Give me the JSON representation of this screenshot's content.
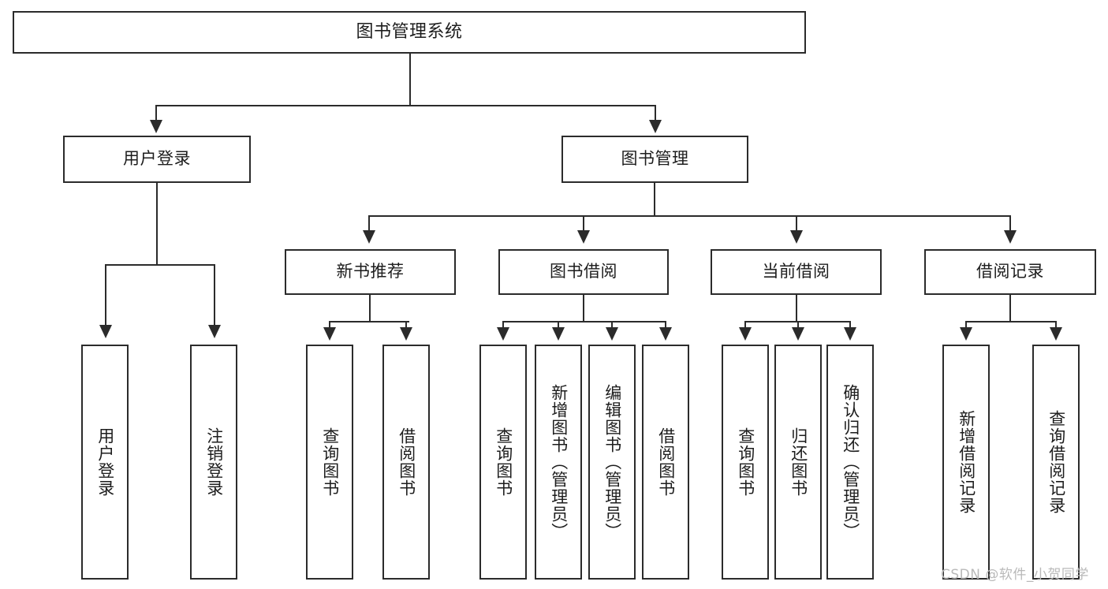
{
  "diagram": {
    "title": "图书管理系统",
    "type": "tree",
    "root": {
      "label": "图书管理系统"
    },
    "level1": [
      {
        "label": "用户登录"
      },
      {
        "label": "图书管理"
      }
    ],
    "level2": [
      {
        "label": "新书推荐"
      },
      {
        "label": "图书借阅"
      },
      {
        "label": "当前借阅"
      },
      {
        "label": "借阅记录"
      }
    ],
    "leaves": {
      "user_login": [
        {
          "label": "用户登录"
        },
        {
          "label": "注销登录"
        }
      ],
      "new_book_recommend": [
        {
          "label": "查询图书"
        },
        {
          "label": "借阅图书"
        }
      ],
      "book_borrow": [
        {
          "label": "查询图书"
        },
        {
          "label": "新增图书（管理员）"
        },
        {
          "label": "编辑图书（管理员）"
        },
        {
          "label": "借阅图书"
        }
      ],
      "current_borrow": [
        {
          "label": "查询图书"
        },
        {
          "label": "归还图书"
        },
        {
          "label": "确认归还（管理员）"
        }
      ],
      "borrow_record": [
        {
          "label": "新增借阅记录"
        },
        {
          "label": "查询借阅记录"
        }
      ]
    }
  },
  "watermark": {
    "text": "CSDN @软件_小贺同学"
  },
  "colors": {
    "border": "#2b2b2b",
    "background": "#ffffff",
    "text": "#1d1d1d",
    "watermark": "#b9b9b9"
  }
}
